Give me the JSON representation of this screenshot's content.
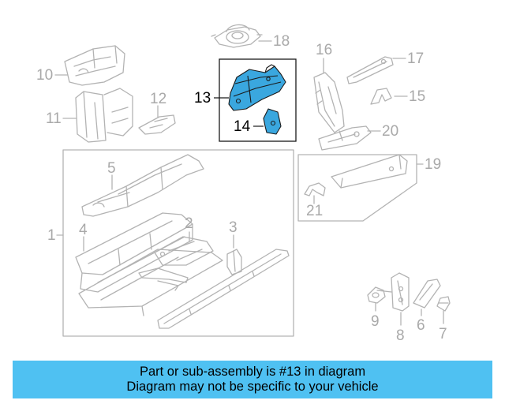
{
  "callouts": {
    "c1": "1",
    "c2": "2",
    "c3": "3",
    "c4": "4",
    "c5": "5",
    "c6": "6",
    "c7": "7",
    "c8": "8",
    "c9": "9",
    "c10": "10",
    "c11": "11",
    "c12": "12",
    "c13": "13",
    "c14": "14",
    "c15": "15",
    "c16": "16",
    "c17": "17",
    "c18": "18",
    "c19": "19",
    "c20": "20",
    "c21": "21"
  },
  "highlight": {
    "part_number": "13",
    "fill_color": "#3aa7df",
    "line_color": "#1a1a1a"
  },
  "colors": {
    "line": "#b3b3b3",
    "callout": "#a9a9a9",
    "banner": "#4fc1f2"
  },
  "banner": {
    "line1": "Part or sub-assembly is #13 in diagram",
    "line2": "Diagram may not be specific to your vehicle"
  }
}
